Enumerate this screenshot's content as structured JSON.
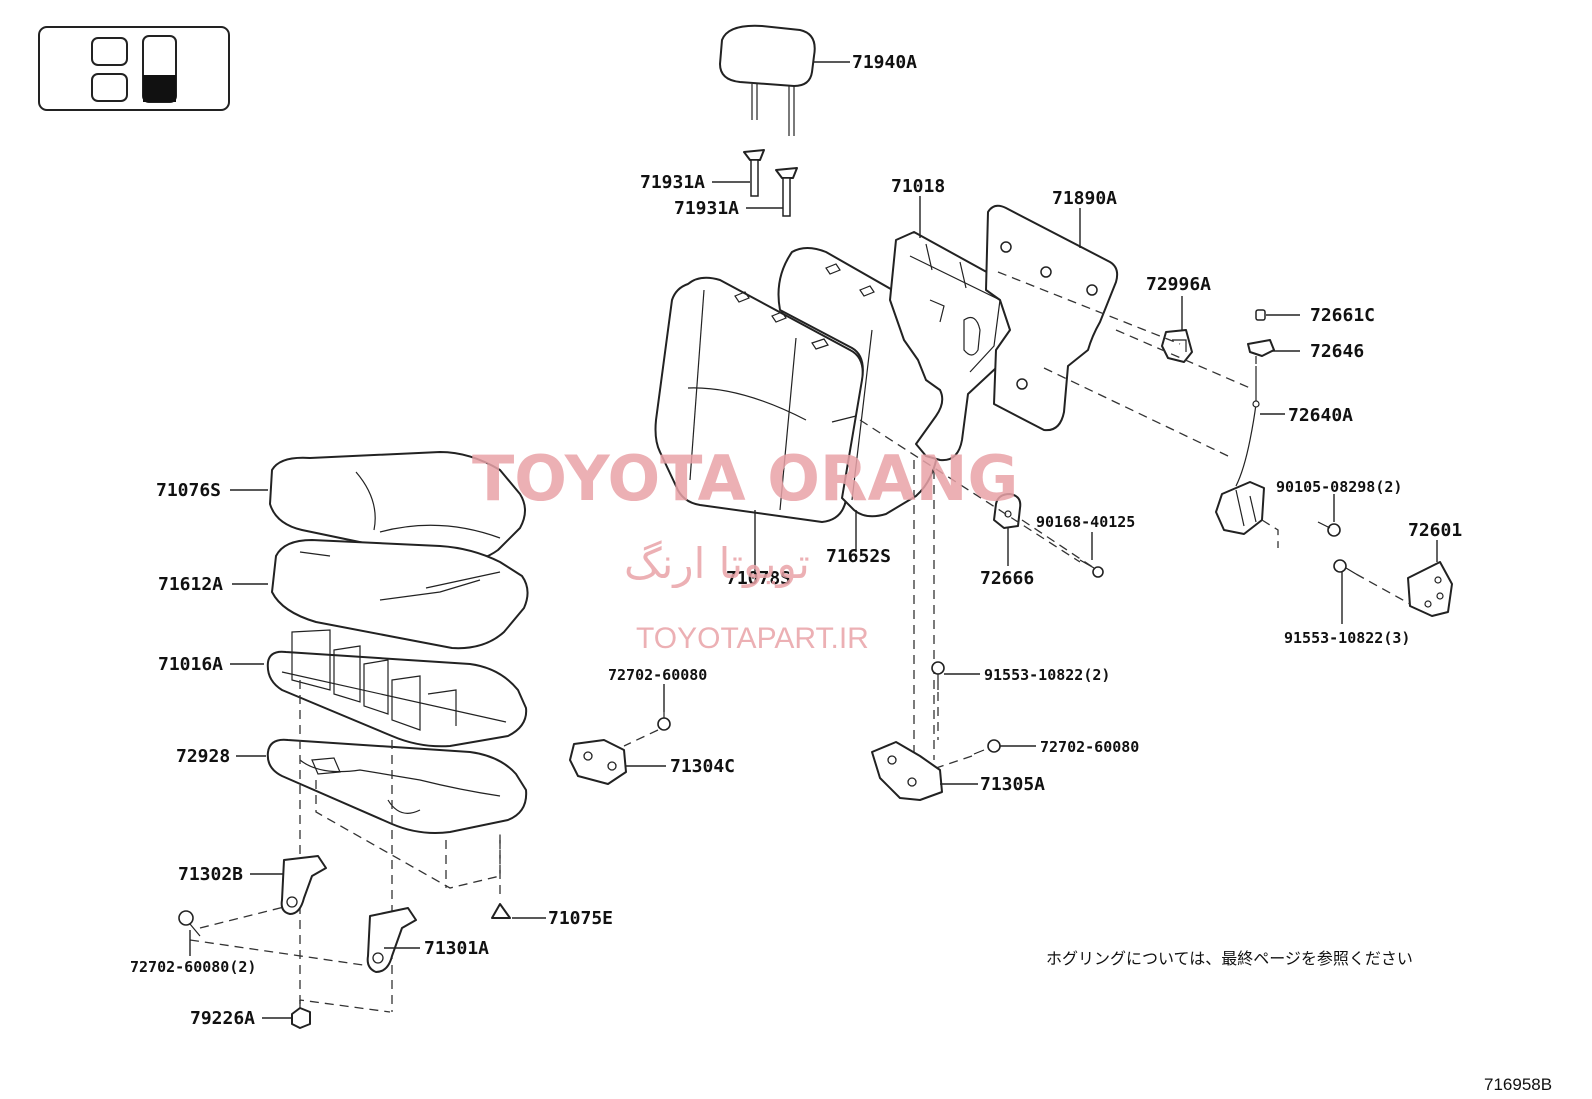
{
  "labels": {
    "headrest": "71940A",
    "headrest_support_1": "71931A",
    "headrest_support_2": "71931A",
    "back_frame": "71018",
    "back_board": "71890A",
    "cover_72996a": "72996A",
    "knob_72661c": "72661C",
    "bezel_72646": "72646",
    "cable_72640a": "72640A",
    "screw_90105": "90105-08298(2)",
    "lock_72601": "72601",
    "screw_90168": "90168-40125",
    "cover_72666": "72666",
    "bolt_91553_a": "91553-10822(3)",
    "bolt_91553_b": "91553-10822(2)",
    "back_pad": "71652S",
    "back_cover": "71078S",
    "cushion_cover": "71076S",
    "cushion_pad": "71612A",
    "cushion_frame": "71016A",
    "spring": "72928",
    "hinge_bracket_b": "71302B",
    "bolt_72702_a": "72702-60080(2)",
    "hinge_bracket_a": "71301A",
    "clip_71075e": "71075E",
    "nut_79226a": "79226A",
    "bolt_72702_b": "72702-60080",
    "hinge_71304c": "71304C",
    "bolt_72702_c": "72702-60080",
    "hinge_71305a": "71305A"
  },
  "watermark": {
    "brand": "TOYOTA ORANG",
    "persian": "تویوتا ارنگ",
    "url": "TOYOTAPART.IR"
  },
  "note": "ホグリングについては、最終ページを参照ください",
  "figure_code": "716958B",
  "icons": {
    "seat_position_indicator": "seat-layout-icon"
  }
}
